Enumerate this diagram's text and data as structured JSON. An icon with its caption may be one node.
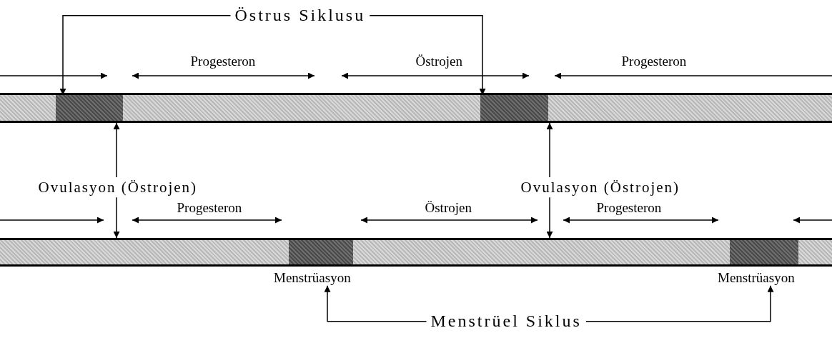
{
  "diagram": {
    "nodes": [
      {
        "text": [
          "Östrus Siklusu"
        ]
      },
      {
        "text": [],
        "shape": "bar"
      },
      {
        "text": [],
        "shape": "box",
        "in": 1
      },
      {
        "text": [],
        "shape": "box",
        "in": 1
      },
      {
        "text": [
          "Ovulasyon (Östrojen)"
        ]
      },
      {
        "text": [
          "Ovulasyon (Östrojen)"
        ]
      },
      {
        "text": [],
        "shape": "bar"
      },
      {
        "text": [],
        "shape": "box",
        "in": 6
      },
      {
        "text": [],
        "shape": "box",
        "in": 6
      },
      {
        "text": [
          "Menstrüasyon"
        ]
      },
      {
        "text": [
          "Menstrüasyon"
        ]
      },
      {
        "text": [
          "Menstrüel Siklus"
        ]
      }
    ],
    "edges": [
      {
        "from": 0,
        "to": 2,
        "arrow": "to"
      },
      {
        "from": 0,
        "to": 3,
        "arrow": "to"
      },
      {
        "from": 4,
        "to": 1,
        "arrow": "to"
      },
      {
        "from": 4,
        "to": 6,
        "arrow": "to"
      },
      {
        "from": 5,
        "to": 1,
        "arrow": "to"
      },
      {
        "from": 5,
        "to": 6,
        "arrow": "to"
      },
      {
        "from": 11,
        "to": 9,
        "arrow": "to"
      },
      {
        "from": 11,
        "to": 10,
        "arrow": "to"
      }
    ],
    "labels": [
      "Progesteron",
      "Östrojen",
      "Progesteron",
      "Progesteron",
      "Östrojen",
      "Progesteron"
    ]
  }
}
